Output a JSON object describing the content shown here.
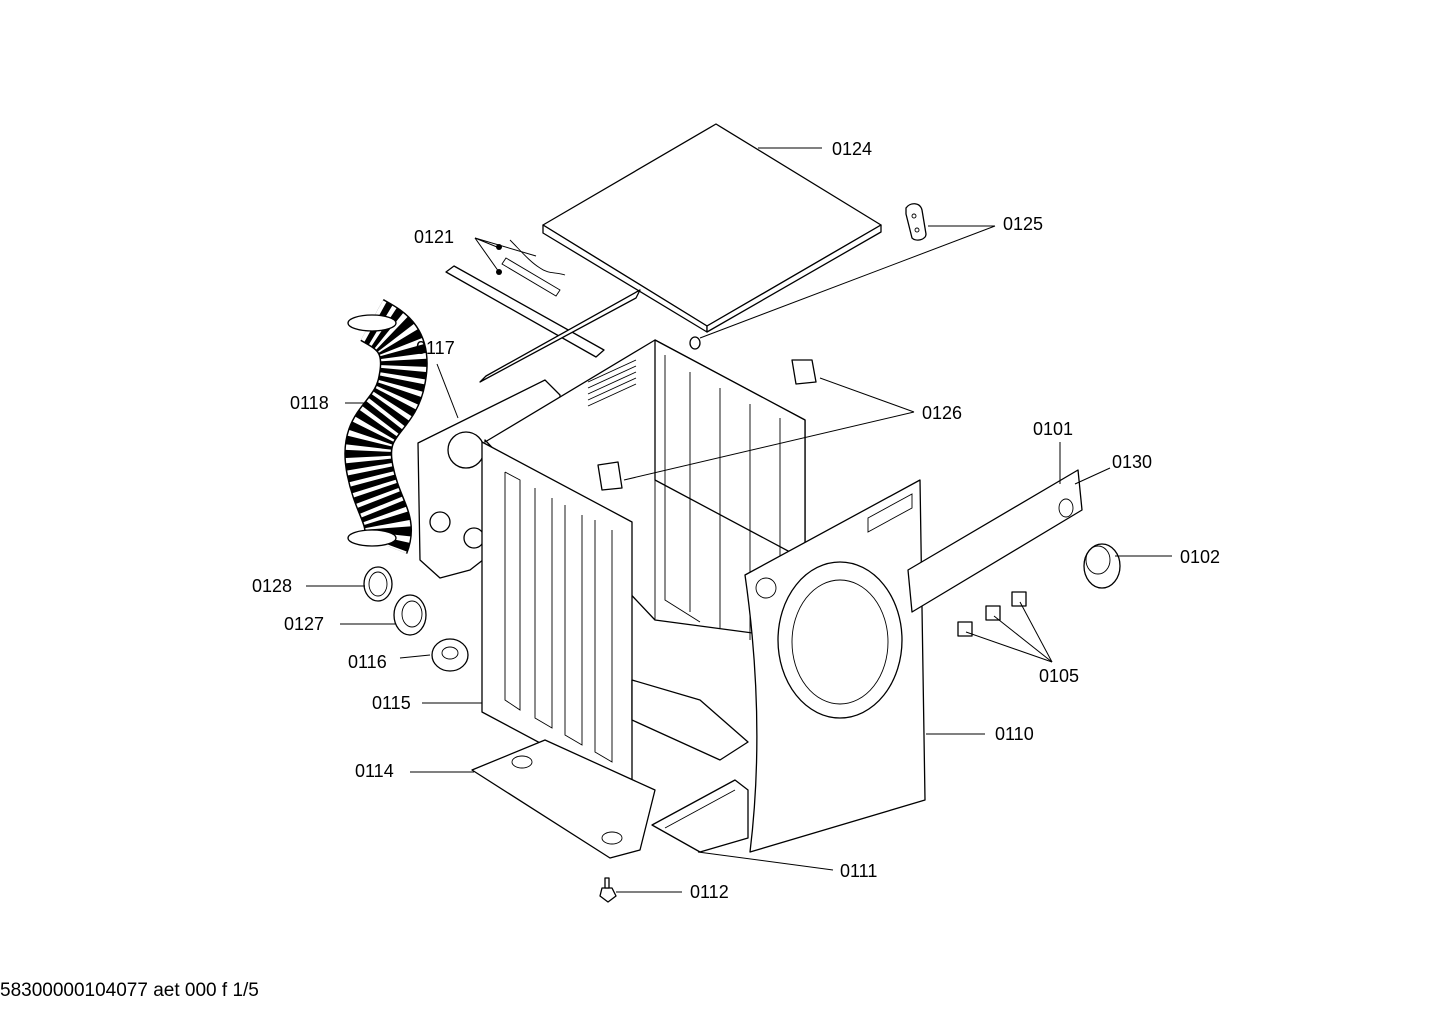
{
  "callouts": {
    "c0124": "0124",
    "c0125": "0125",
    "c0121": "0121",
    "c0117": "0117",
    "c0118": "0118",
    "c0126": "0126",
    "c0101": "0101",
    "c0130": "0130",
    "c0102": "0102",
    "c0128": "0128",
    "c0127": "0127",
    "c0116": "0116",
    "c0115": "0115",
    "c0105": "0105",
    "c0110": "0110",
    "c0114": "0114",
    "c0111": "0111",
    "c0112": "0112"
  },
  "footer": {
    "doc_id": "58300000104077 aet 000 f 1/5"
  }
}
